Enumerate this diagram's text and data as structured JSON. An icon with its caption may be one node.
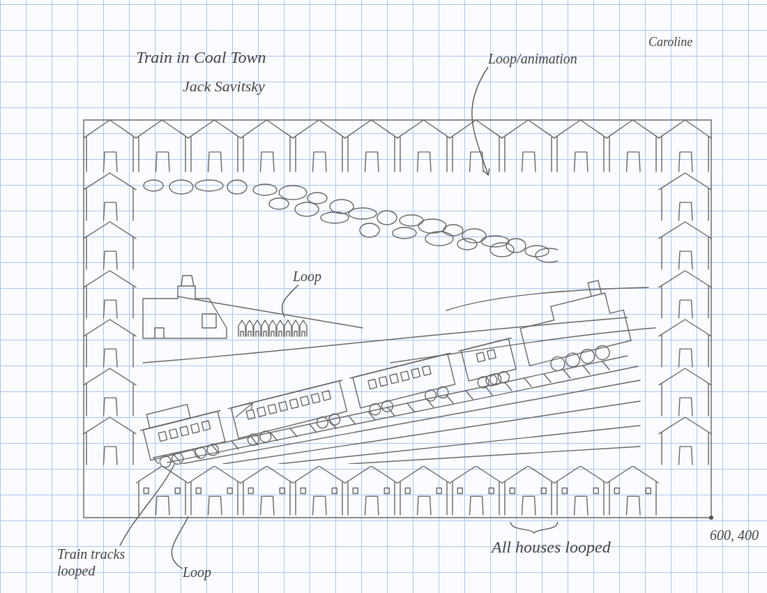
{
  "diagram": {
    "nodes": [
      {
        "text": [
          "Loop/animation"
        ]
      },
      {
        "text": [],
        "shape": "picture"
      },
      {
        "text": [
          "Loop"
        ]
      },
      {
        "text": [],
        "shape": "picture"
      },
      {
        "text": [
          "Train tracks looped"
        ]
      },
      {
        "text": [],
        "shape": "picture"
      },
      {
        "text": [
          "Loop"
        ]
      },
      {
        "text": [],
        "shape": "picture"
      }
    ],
    "edges": [
      {
        "from": 0,
        "to": 1,
        "arrow": "to"
      },
      {
        "from": 2,
        "to": 3,
        "arrow": "none"
      },
      {
        "from": 4,
        "to": 5,
        "arrow": "none"
      },
      {
        "from": 6,
        "to": 7,
        "arrow": "none"
      }
    ],
    "labels": [
      "Train in Coal Town",
      "Jack Savitsky",
      "Caroline",
      "All houses looped",
      "600, 400"
    ]
  }
}
